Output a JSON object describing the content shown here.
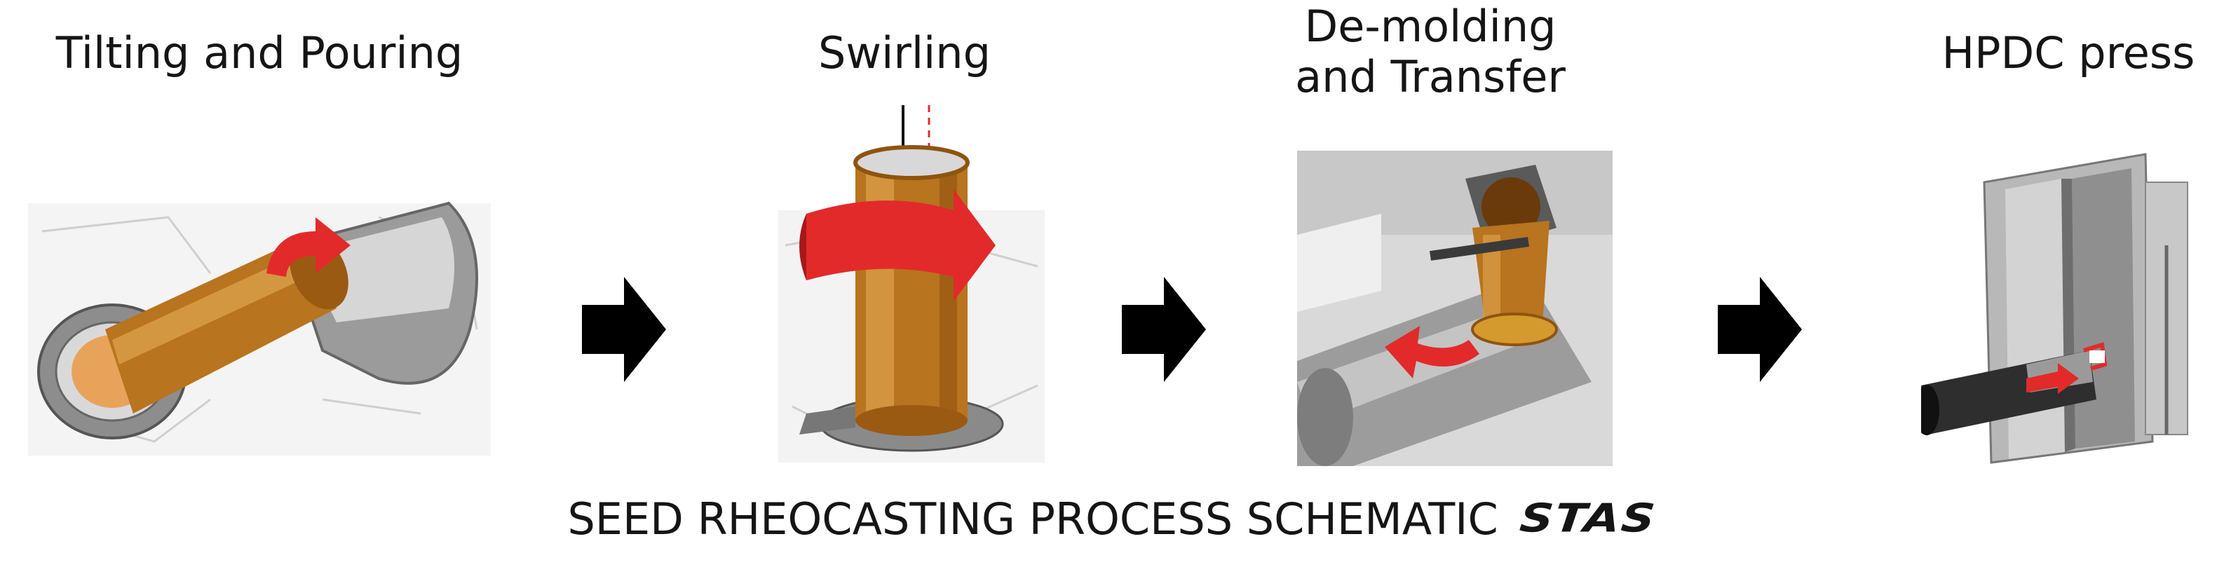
{
  "stages": [
    {
      "label": "Tilting and Pouring"
    },
    {
      "label": "Swirling"
    },
    {
      "label_line1": "De-molding",
      "label_line2": "and Transfer"
    },
    {
      "label": "HPDC press"
    }
  ],
  "caption": "SEED RHEOCASTING PROCESS SCHEMATIC",
  "logo": "STAS",
  "colors": {
    "copper": "#b8741e",
    "copper_light": "#e0a650",
    "red_arrow": "#e22a2a",
    "gray": "#9a9a9a",
    "black_arrow": "#000000"
  }
}
